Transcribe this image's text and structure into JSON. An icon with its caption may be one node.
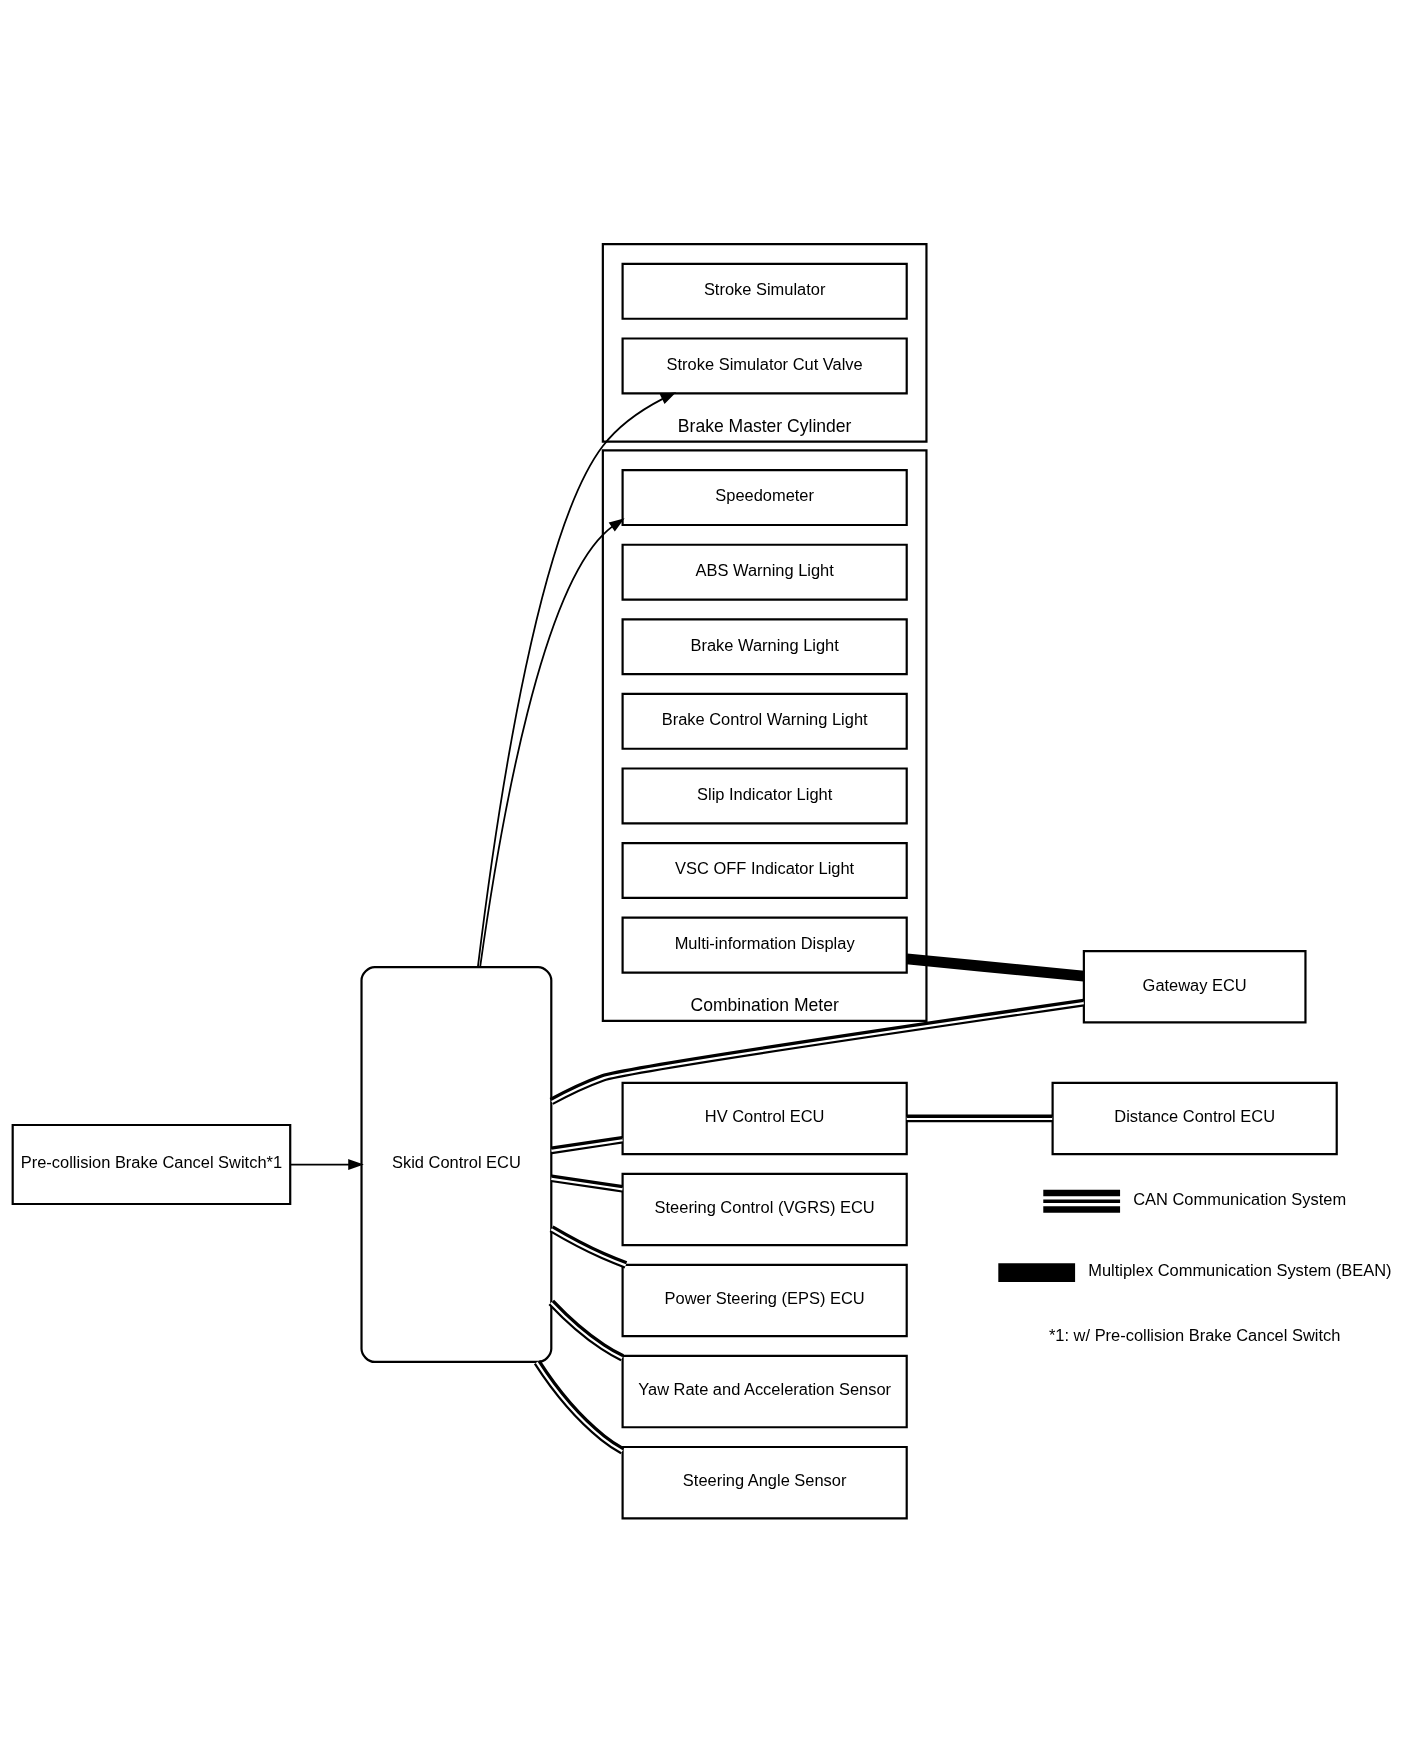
{
  "diagram": {
    "nodes": [
      {
        "text": [
          "Pre-collision Brake Cancel Switch*1"
        ]
      },
      {
        "text": [
          "Skid Control ECU"
        ]
      },
      {
        "text": [
          "Brake Master Cylinder"
        ]
      },
      {
        "text": [
          "Stroke Simulator"
        ],
        "in": 2
      },
      {
        "text": [
          "Stroke Simulator Cut Valve"
        ],
        "in": 2
      },
      {
        "text": [
          "Combination Meter"
        ]
      },
      {
        "text": [
          "Speedometer"
        ],
        "in": 5
      },
      {
        "text": [
          "ABS Warning Light"
        ],
        "in": 5
      },
      {
        "text": [
          "Brake Warning Light"
        ],
        "in": 5
      },
      {
        "text": [
          "Brake Control Warning Light"
        ],
        "in": 5
      },
      {
        "text": [
          "Slip Indicator Light"
        ],
        "in": 5
      },
      {
        "text": [
          "VSC OFF Indicator Light"
        ],
        "in": 5
      },
      {
        "text": [
          "Multi-information Display"
        ],
        "in": 5
      },
      {
        "text": [
          "HV Control ECU"
        ]
      },
      {
        "text": [
          "Steering Control (VGRS) ECU"
        ]
      },
      {
        "text": [
          "Power Steering (EPS) ECU"
        ]
      },
      {
        "text": [
          "Distance Control ECU"
        ]
      },
      {
        "text": [
          "Yaw Rate and Acceleration Sensor"
        ]
      },
      {
        "text": [
          "Steering Angle Sensor"
        ]
      },
      {
        "text": [
          "Gateway ECU"
        ]
      }
    ],
    "edges": [
      {
        "from": 0,
        "to": 1,
        "arrow": "to"
      },
      {
        "from": 1,
        "to": 4,
        "arrow": "to"
      },
      {
        "from": 1,
        "to": 6,
        "arrow": "to"
      },
      {
        "from": 1,
        "to": 13,
        "arrow": "none"
      },
      {
        "from": 1,
        "to": 14,
        "arrow": "none"
      },
      {
        "from": 1,
        "to": 15,
        "arrow": "none"
      },
      {
        "from": 1,
        "to": 17,
        "arrow": "none"
      },
      {
        "from": 1,
        "to": 18,
        "arrow": "none"
      },
      {
        "from": 1,
        "to": 19,
        "arrow": "none"
      },
      {
        "from": 13,
        "to": 16,
        "arrow": "none"
      },
      {
        "from": 12,
        "to": 19,
        "arrow": "none",
        "style": "thick"
      }
    ],
    "labels": [
      "*1: w/ Pre-collision Brake Cancel Switch"
    ],
    "legend": [
      {
        "text": "CAN Communication System"
      },
      {
        "text": "Multiplex Communication System (BEAN)"
      }
    ]
  }
}
